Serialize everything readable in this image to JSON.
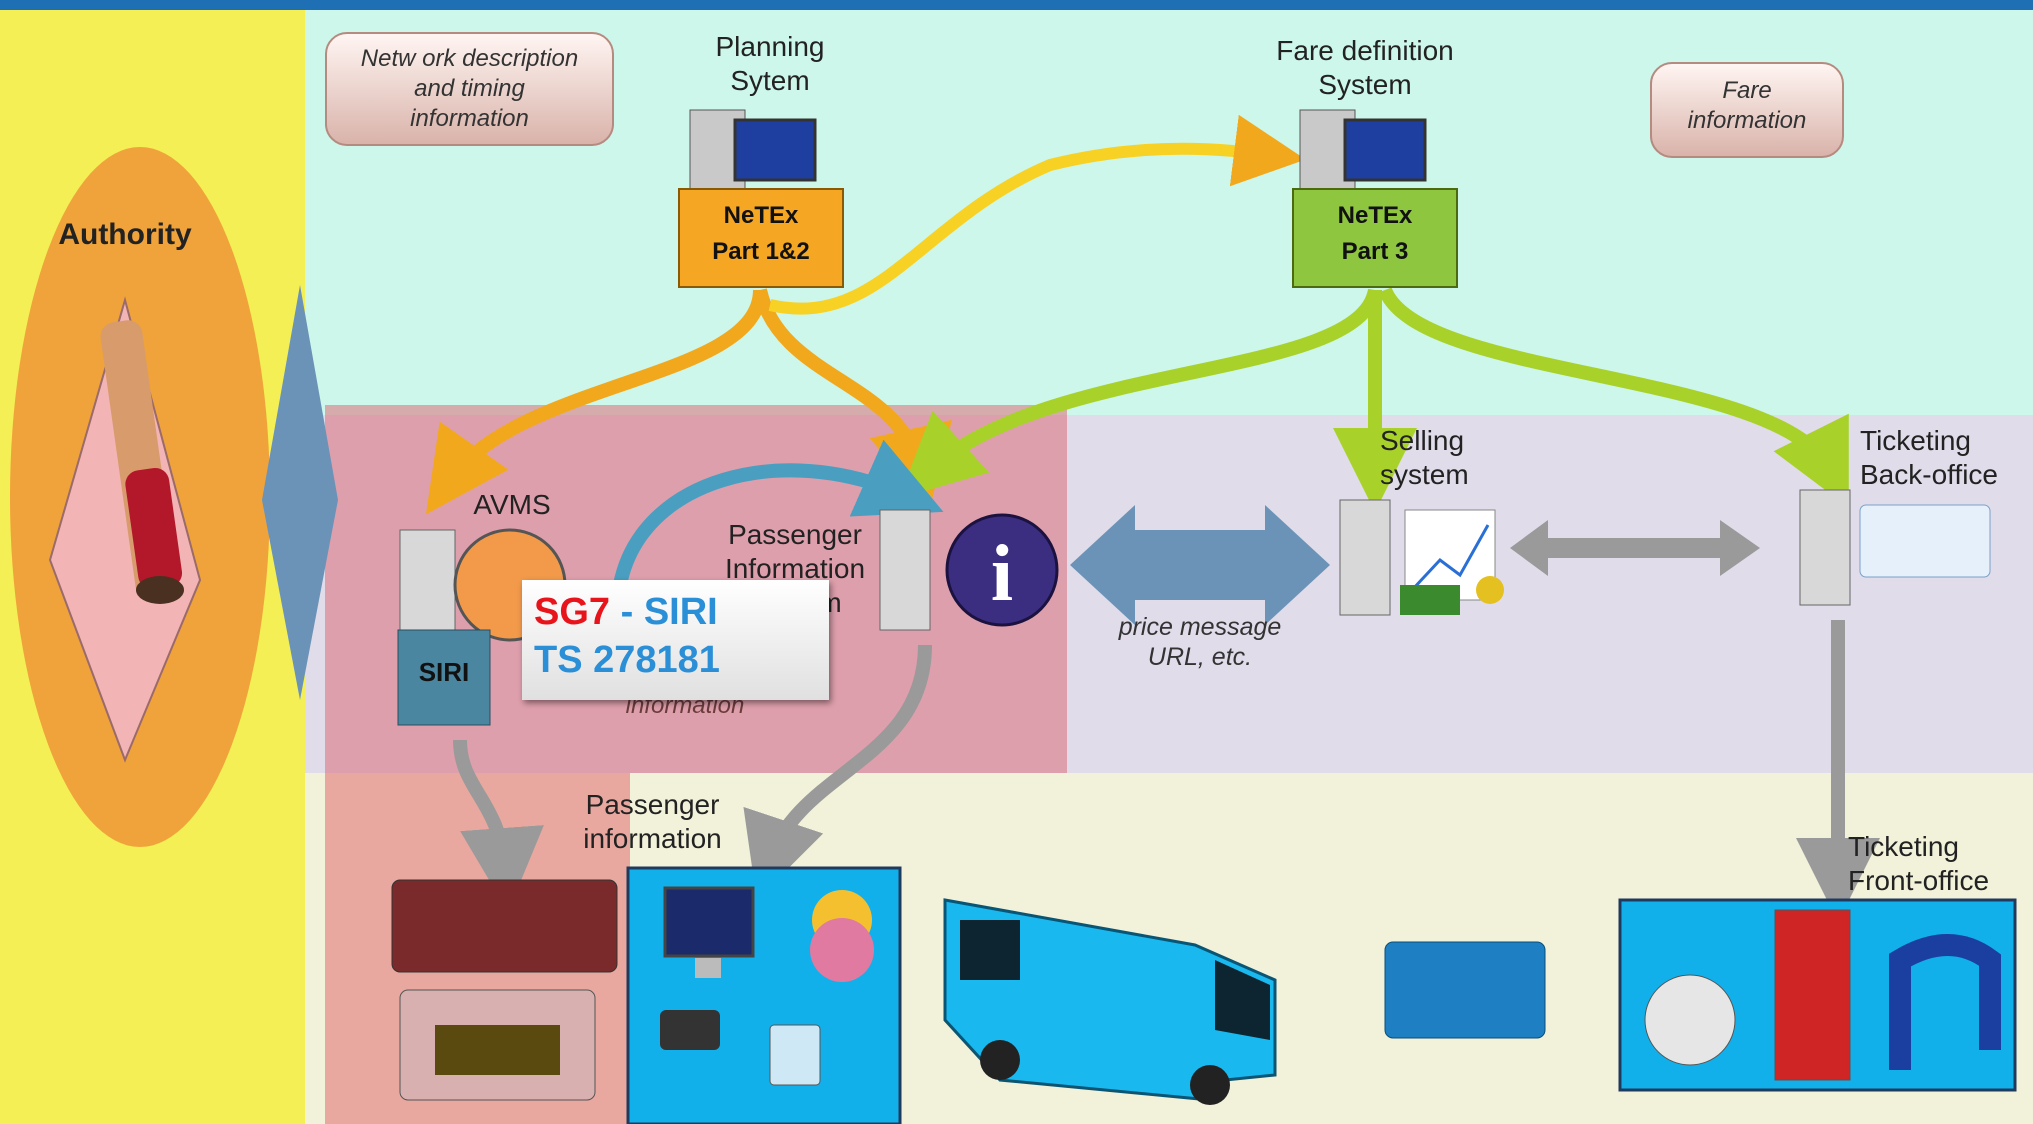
{
  "authority": {
    "label": "Authority"
  },
  "planning": {
    "title_line1": "Planning",
    "title_line2": "Sytem",
    "netex_line1": "NeTEx",
    "netex_line2": "Part 1&2",
    "bubble_line1": "Netw ork description",
    "bubble_line2": "and timing",
    "bubble_line3": "information"
  },
  "fare": {
    "title_line1": "Fare definition",
    "title_line2": "System",
    "netex_line1": "NeTEx",
    "netex_line2": "Part 3",
    "bubble_line1": "Fare",
    "bubble_line2": "information"
  },
  "avms": {
    "label": "AVMS",
    "siri_label": "SIRI"
  },
  "pis": {
    "label_line1": "Passenger",
    "label_line2": "Information",
    "label_line3": "System",
    "hidden_bubble": "information"
  },
  "siri_card": {
    "sg7": "SG7",
    "dash_siri": " - SIRI",
    "ts": "TS  278181"
  },
  "price_exchange": {
    "line1": "price message",
    "line2": "URL, etc."
  },
  "selling": {
    "line1": "Selling",
    "line2": "system"
  },
  "ticketing_back": {
    "line1": "Ticketing",
    "line2": "Back-office"
  },
  "passenger_info": {
    "line1": "Passenger",
    "line2": "information"
  },
  "ticketing_front": {
    "line1": "Ticketing",
    "line2": "Front-office"
  },
  "colors": {
    "header_blue": "#1f6fb5",
    "authority_band": "#f3ef55",
    "top_band": "#cdf7ea",
    "mid_band": "#e0dcea",
    "bottom_band": "#f2f1d9",
    "netex_orange": "#f5a623",
    "netex_green": "#8ec63f",
    "arrow_orange": "#f2a81d",
    "arrow_green": "#a8d22a",
    "arrow_gray": "#9a9a9a",
    "siri_red": "#e8141b",
    "siri_blue": "#2a8fd6"
  }
}
